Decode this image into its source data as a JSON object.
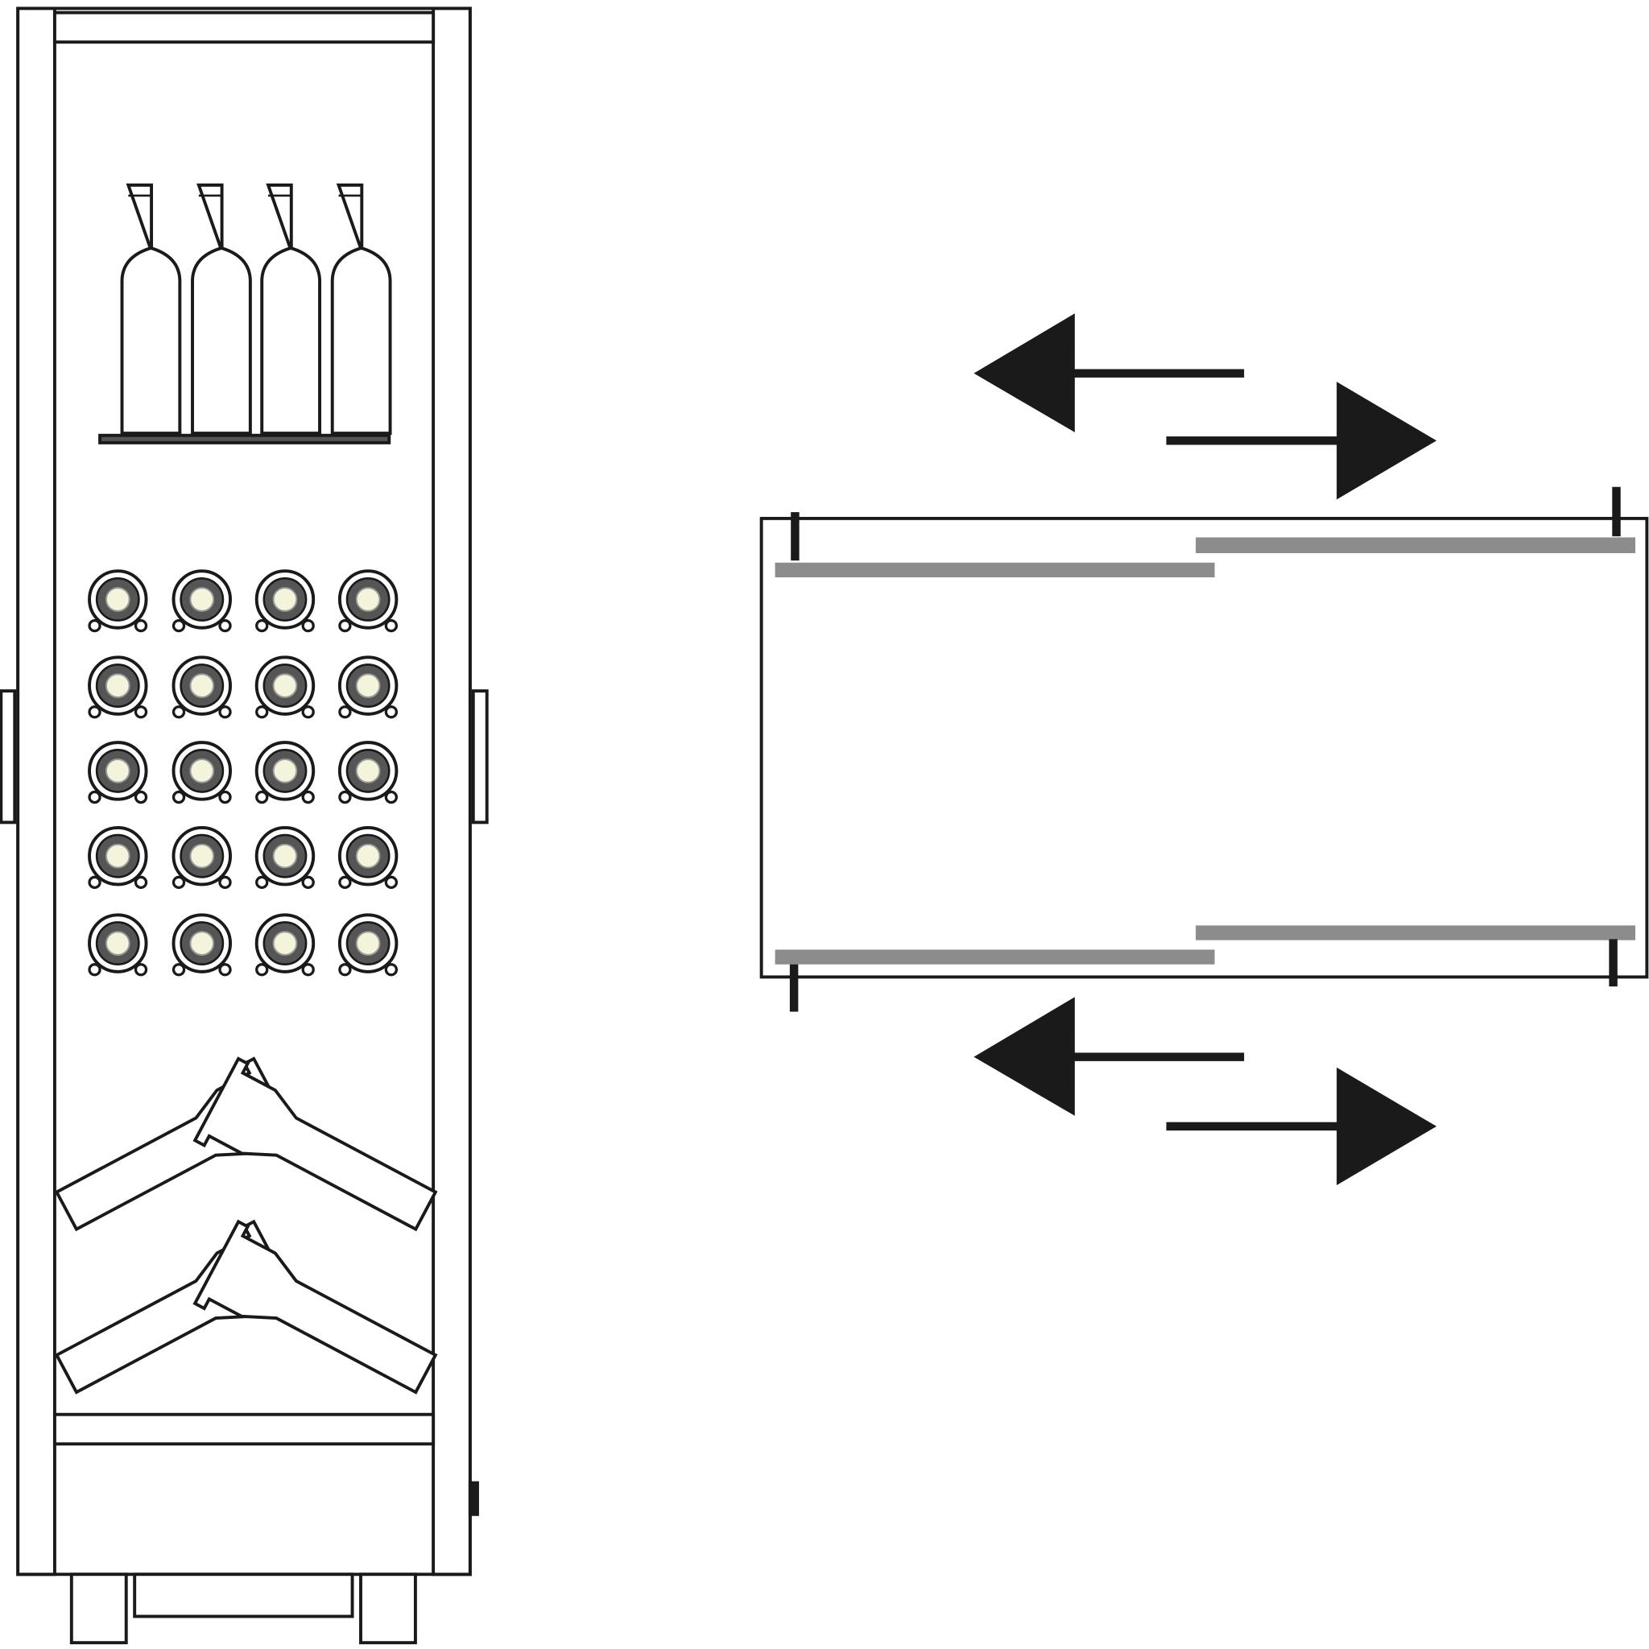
{
  "colors": {
    "line": "#1a1a1a",
    "rail": "#8c8c8c",
    "bottle_face": "#f4f4dc",
    "background": "#ffffff"
  },
  "cabinet": {
    "upright_bottle_count": 4,
    "rack_columns": 4,
    "rack_rows": 5,
    "angled_bottle_pairs": 2
  },
  "slide_diagram": {
    "arrows": [
      "left",
      "right",
      "left",
      "right"
    ]
  }
}
